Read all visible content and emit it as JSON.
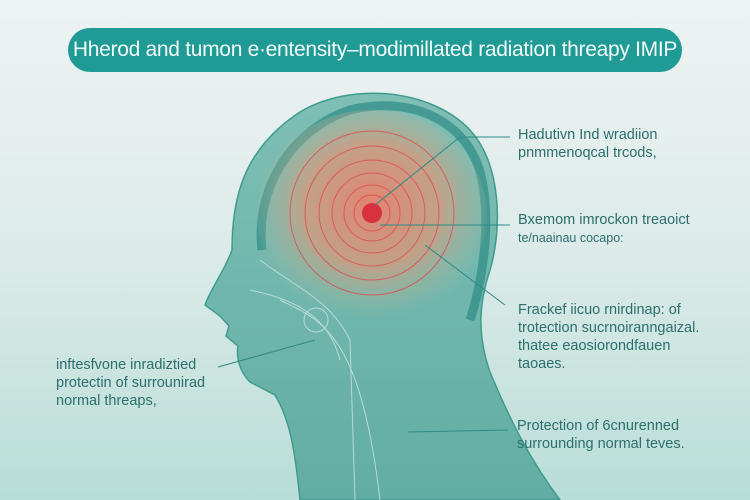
{
  "title": "Hherod and tumon e·entensity–modimillated radiation threapy IMIP",
  "labels": {
    "top_right": [
      "Hadutivn Ind wradiion",
      "pnmmenoqcal trcods,"
    ],
    "mid_right": [
      "Bxemom imrockon treaoict",
      "te/naainau cocapo:"
    ],
    "lower_right": [
      "Frackef iicuo rnirdinap: of",
      "trotection sucrnoiranngaizal.",
      "thatee eaosiorondfauen",
      "taoaes."
    ],
    "bottom_right": [
      "Protection of 6cnurenned",
      "surrounding normal teves."
    ],
    "left": [
      "inftesfvone inradiztied",
      "protectin of surrounirad",
      "normal threaps,"
    ]
  },
  "colors": {
    "accent": "#1f9a95",
    "tumor": "#d8323f",
    "head": "#6fb5ab",
    "text": "#2c6f6c"
  }
}
